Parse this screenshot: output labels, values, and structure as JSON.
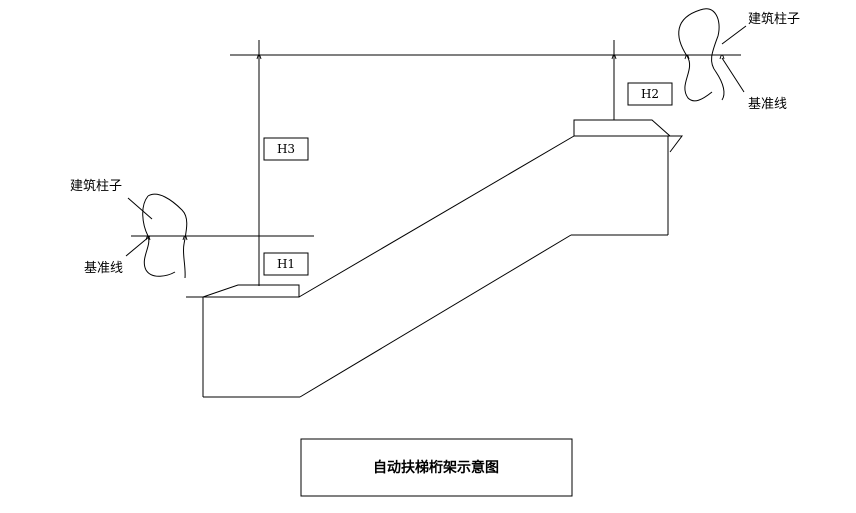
{
  "diagram": {
    "labels": {
      "column_top": "建筑柱子",
      "baseline_top": "基准线",
      "column_left": "建筑柱子",
      "baseline_left": "基准线",
      "h1": "H1",
      "h2": "H2",
      "h3": "H3"
    },
    "title": "自动扶梯桁架示意图"
  }
}
